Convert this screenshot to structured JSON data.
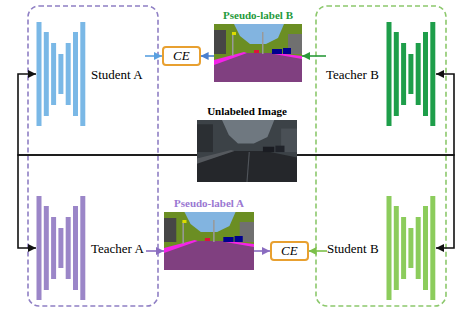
{
  "diagram": {
    "nodes": [
      {
        "text": [
          "Student A"
        ]
      },
      {
        "text": [
          "CE"
        ]
      },
      {
        "text": [
          "Pseudo-label B"
        ]
      },
      {
        "text": [
          "Teacher B"
        ]
      },
      {
        "text": [
          "Unlabeled Image"
        ]
      },
      {
        "text": [
          "Teacher A"
        ]
      },
      {
        "text": [
          "Pseudo-label A"
        ]
      },
      {
        "text": [
          "CE"
        ]
      },
      {
        "text": [
          "Student B"
        ]
      }
    ],
    "edges": [
      {
        "from": 0,
        "to": 1,
        "arrow": "to"
      },
      {
        "from": 2,
        "to": 1,
        "arrow": "to"
      },
      {
        "from": 3,
        "to": 2,
        "arrow": "to"
      },
      {
        "from": 5,
        "to": 6,
        "arrow": "to"
      },
      {
        "from": 6,
        "to": 7,
        "arrow": "to"
      },
      {
        "from": 8,
        "to": 7,
        "arrow": "to"
      },
      {
        "from": 4,
        "to": 0,
        "arrow": "to"
      },
      {
        "from": 4,
        "to": 5,
        "arrow": "to"
      },
      {
        "from": 4,
        "to": 3,
        "arrow": "to"
      },
      {
        "from": 4,
        "to": 8,
        "arrow": "to"
      }
    ]
  }
}
